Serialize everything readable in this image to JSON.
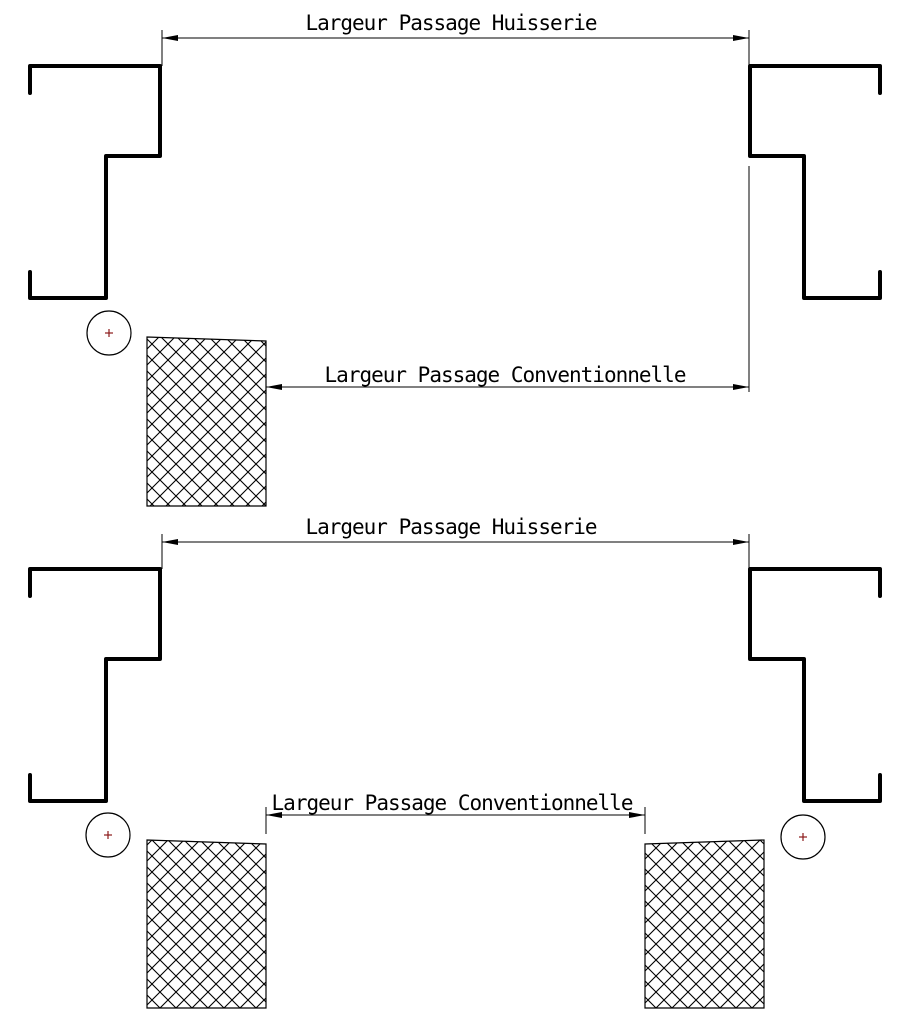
{
  "labels": {
    "top_frame_width": "Largeur Passage Huisserie",
    "top_conventional_width": "Largeur Passage Conventionnelle",
    "bottom_frame_width": "Largeur Passage Huisserie",
    "bottom_conventional_width": "Largeur Passage Conventionnelle"
  },
  "colors": {
    "line": "#000000",
    "hinge_mark": "#8b1a1a",
    "background": "#ffffff"
  }
}
